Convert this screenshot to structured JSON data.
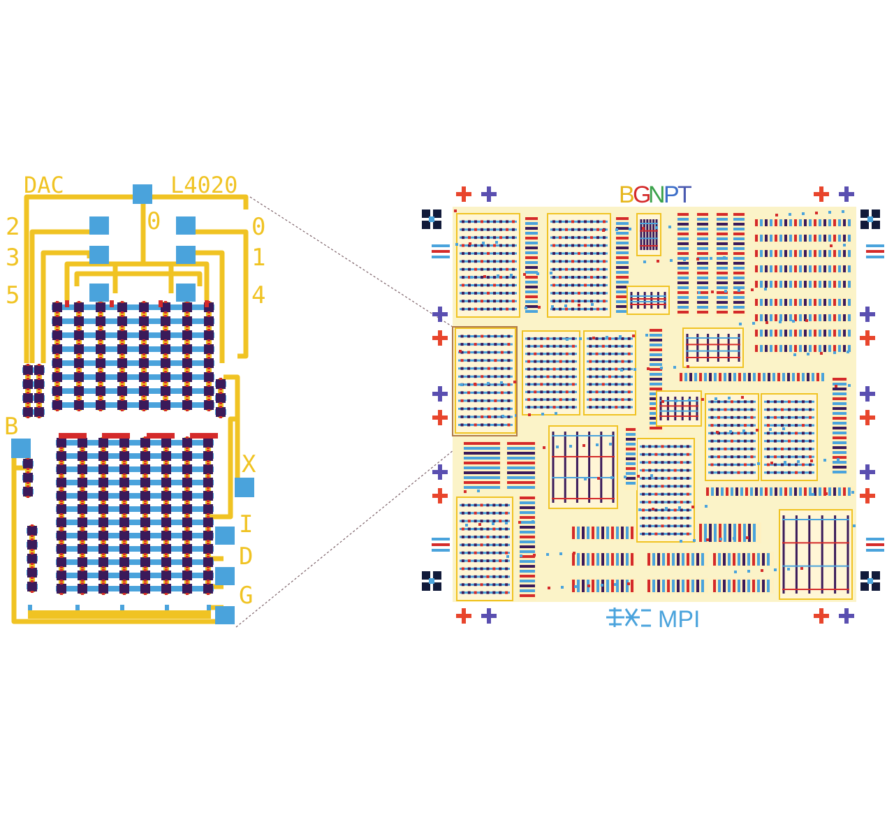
{
  "colors": {
    "metal": "#f0c323",
    "pad": "#4aa3dc",
    "poly": "#d42a2a",
    "diffusion": "#3a1a5a",
    "fill": "#fbf3c8",
    "cross_red": "#e8452c",
    "cross_blue": "#5a4fb0",
    "bgnpt": [
      "#e6b61c",
      "#d42a2a",
      "#3aa14a",
      "#3c6ec8",
      "#4a5ab0"
    ],
    "mpi": "#4aa3dc",
    "zoom_line": "#7a5f66"
  },
  "detail": {
    "title_left": "DAC",
    "title_right": "L4020",
    "pins_left": [
      "2",
      "3",
      "5"
    ],
    "pin_top": "0",
    "pins_right": [
      "0",
      "1",
      "4"
    ],
    "pin_b": "B",
    "pins_bottom_right": [
      "X",
      "I",
      "D",
      "G"
    ]
  },
  "chip": {
    "top_label_letters": [
      "B",
      "G",
      "N",
      "P",
      "T"
    ],
    "bottom_logo_icon": "mpi-logo-icon",
    "bottom_logo_text": "MPI",
    "block_label": "L4020"
  }
}
